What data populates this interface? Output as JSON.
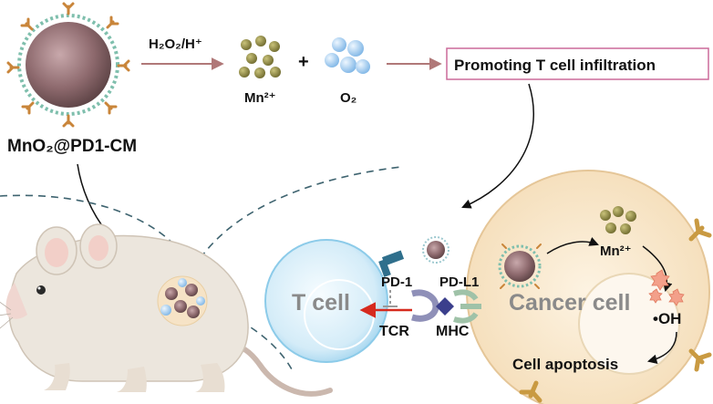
{
  "labels": {
    "reaction": "H₂O₂/H⁺",
    "mn_ion": "Mn²⁺",
    "plus": "+",
    "oxygen": "O₂",
    "promoting": "Promoting T cell infiltration",
    "nanoparticle": "MnO₂@PD1-CM",
    "t_cell": "T cell",
    "pd1": "PD-1",
    "pdl1": "PD-L1",
    "tcr": "TCR",
    "mhc": "MHC",
    "cancer_cell": "Cancer cell",
    "mn_ion_cell": "Mn²⁺",
    "hydroxyl": "•OH",
    "apoptosis": "Cell apoptosis"
  },
  "colors": {
    "particle_core": "#8e6a6e",
    "membrane_dots": "#7fbfad",
    "antibody": "#c9853a",
    "mn_ion": "#8a8442",
    "oxygen": "#9cc8ec",
    "t_cell_fill": "#d8eef8",
    "cancer_fill": "#fbecd4",
    "box_border": "#cc6a9a",
    "arrow_grey": "#b07878",
    "red_arrow": "#d62a1e",
    "mouse_body": "#ece6dd"
  }
}
